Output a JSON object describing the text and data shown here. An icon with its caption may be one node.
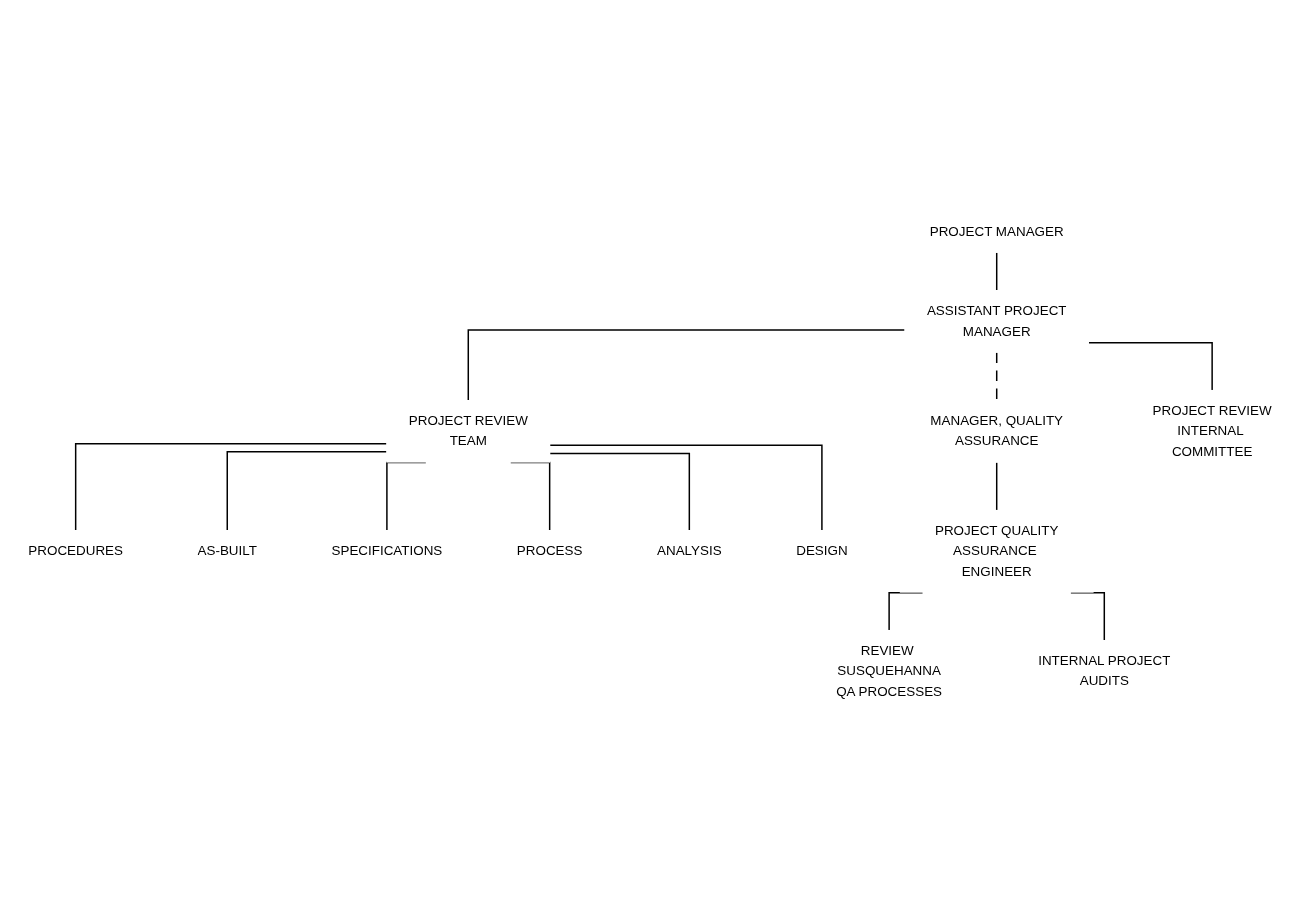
{
  "diagram": {
    "nodes": [
      {
        "text": [
          "PROJECT MANAGER"
        ]
      },
      {
        "text": [
          "ASSISTANT PROJECT MANAGER"
        ]
      },
      {
        "text": [
          "MANAGER, QUALITY ASSURANCE"
        ]
      },
      {
        "text": [
          "PROJECT REVIEW TEAM"
        ]
      },
      {
        "text": [
          "PROJECT REVIEW INTERNAL COMMITTEE"
        ]
      },
      {
        "text": [
          "PROCEDURES"
        ]
      },
      {
        "text": [
          "AS-BUILT"
        ]
      },
      {
        "text": [
          "SPECIFICATIONS"
        ]
      },
      {
        "text": [
          "PROCESS"
        ]
      },
      {
        "text": [
          "ANALYSIS"
        ]
      },
      {
        "text": [
          "DESIGN"
        ]
      },
      {
        "text": [
          "PROJECT QUALITY ASSURANCE ENGINEER"
        ]
      },
      {
        "text": [
          "REVIEW SUSQUEHANNA QA PROCESSES"
        ]
      },
      {
        "text": [
          "INTERNAL PROJECT AUDITS"
        ]
      }
    ],
    "edges": [
      {
        "from": 0,
        "to": 1,
        "arrow": "none"
      },
      {
        "from": 1,
        "to": 3,
        "arrow": "none"
      },
      {
        "from": 1,
        "to": 4,
        "arrow": "none"
      },
      {
        "from": 1,
        "to": 2,
        "arrow": "none",
        "style": "dashed"
      },
      {
        "from": 3,
        "to": 5,
        "arrow": "none"
      },
      {
        "from": 3,
        "to": 6,
        "arrow": "none"
      },
      {
        "from": 3,
        "to": 7,
        "arrow": "none"
      },
      {
        "from": 3,
        "to": 8,
        "arrow": "none"
      },
      {
        "from": 3,
        "to": 9,
        "arrow": "none"
      },
      {
        "from": 3,
        "to": 10,
        "arrow": "none"
      },
      {
        "from": 2,
        "to": 11,
        "arrow": "none"
      },
      {
        "from": 11,
        "to": 12,
        "arrow": "none"
      },
      {
        "from": 11,
        "to": 13,
        "arrow": "none"
      }
    ]
  }
}
